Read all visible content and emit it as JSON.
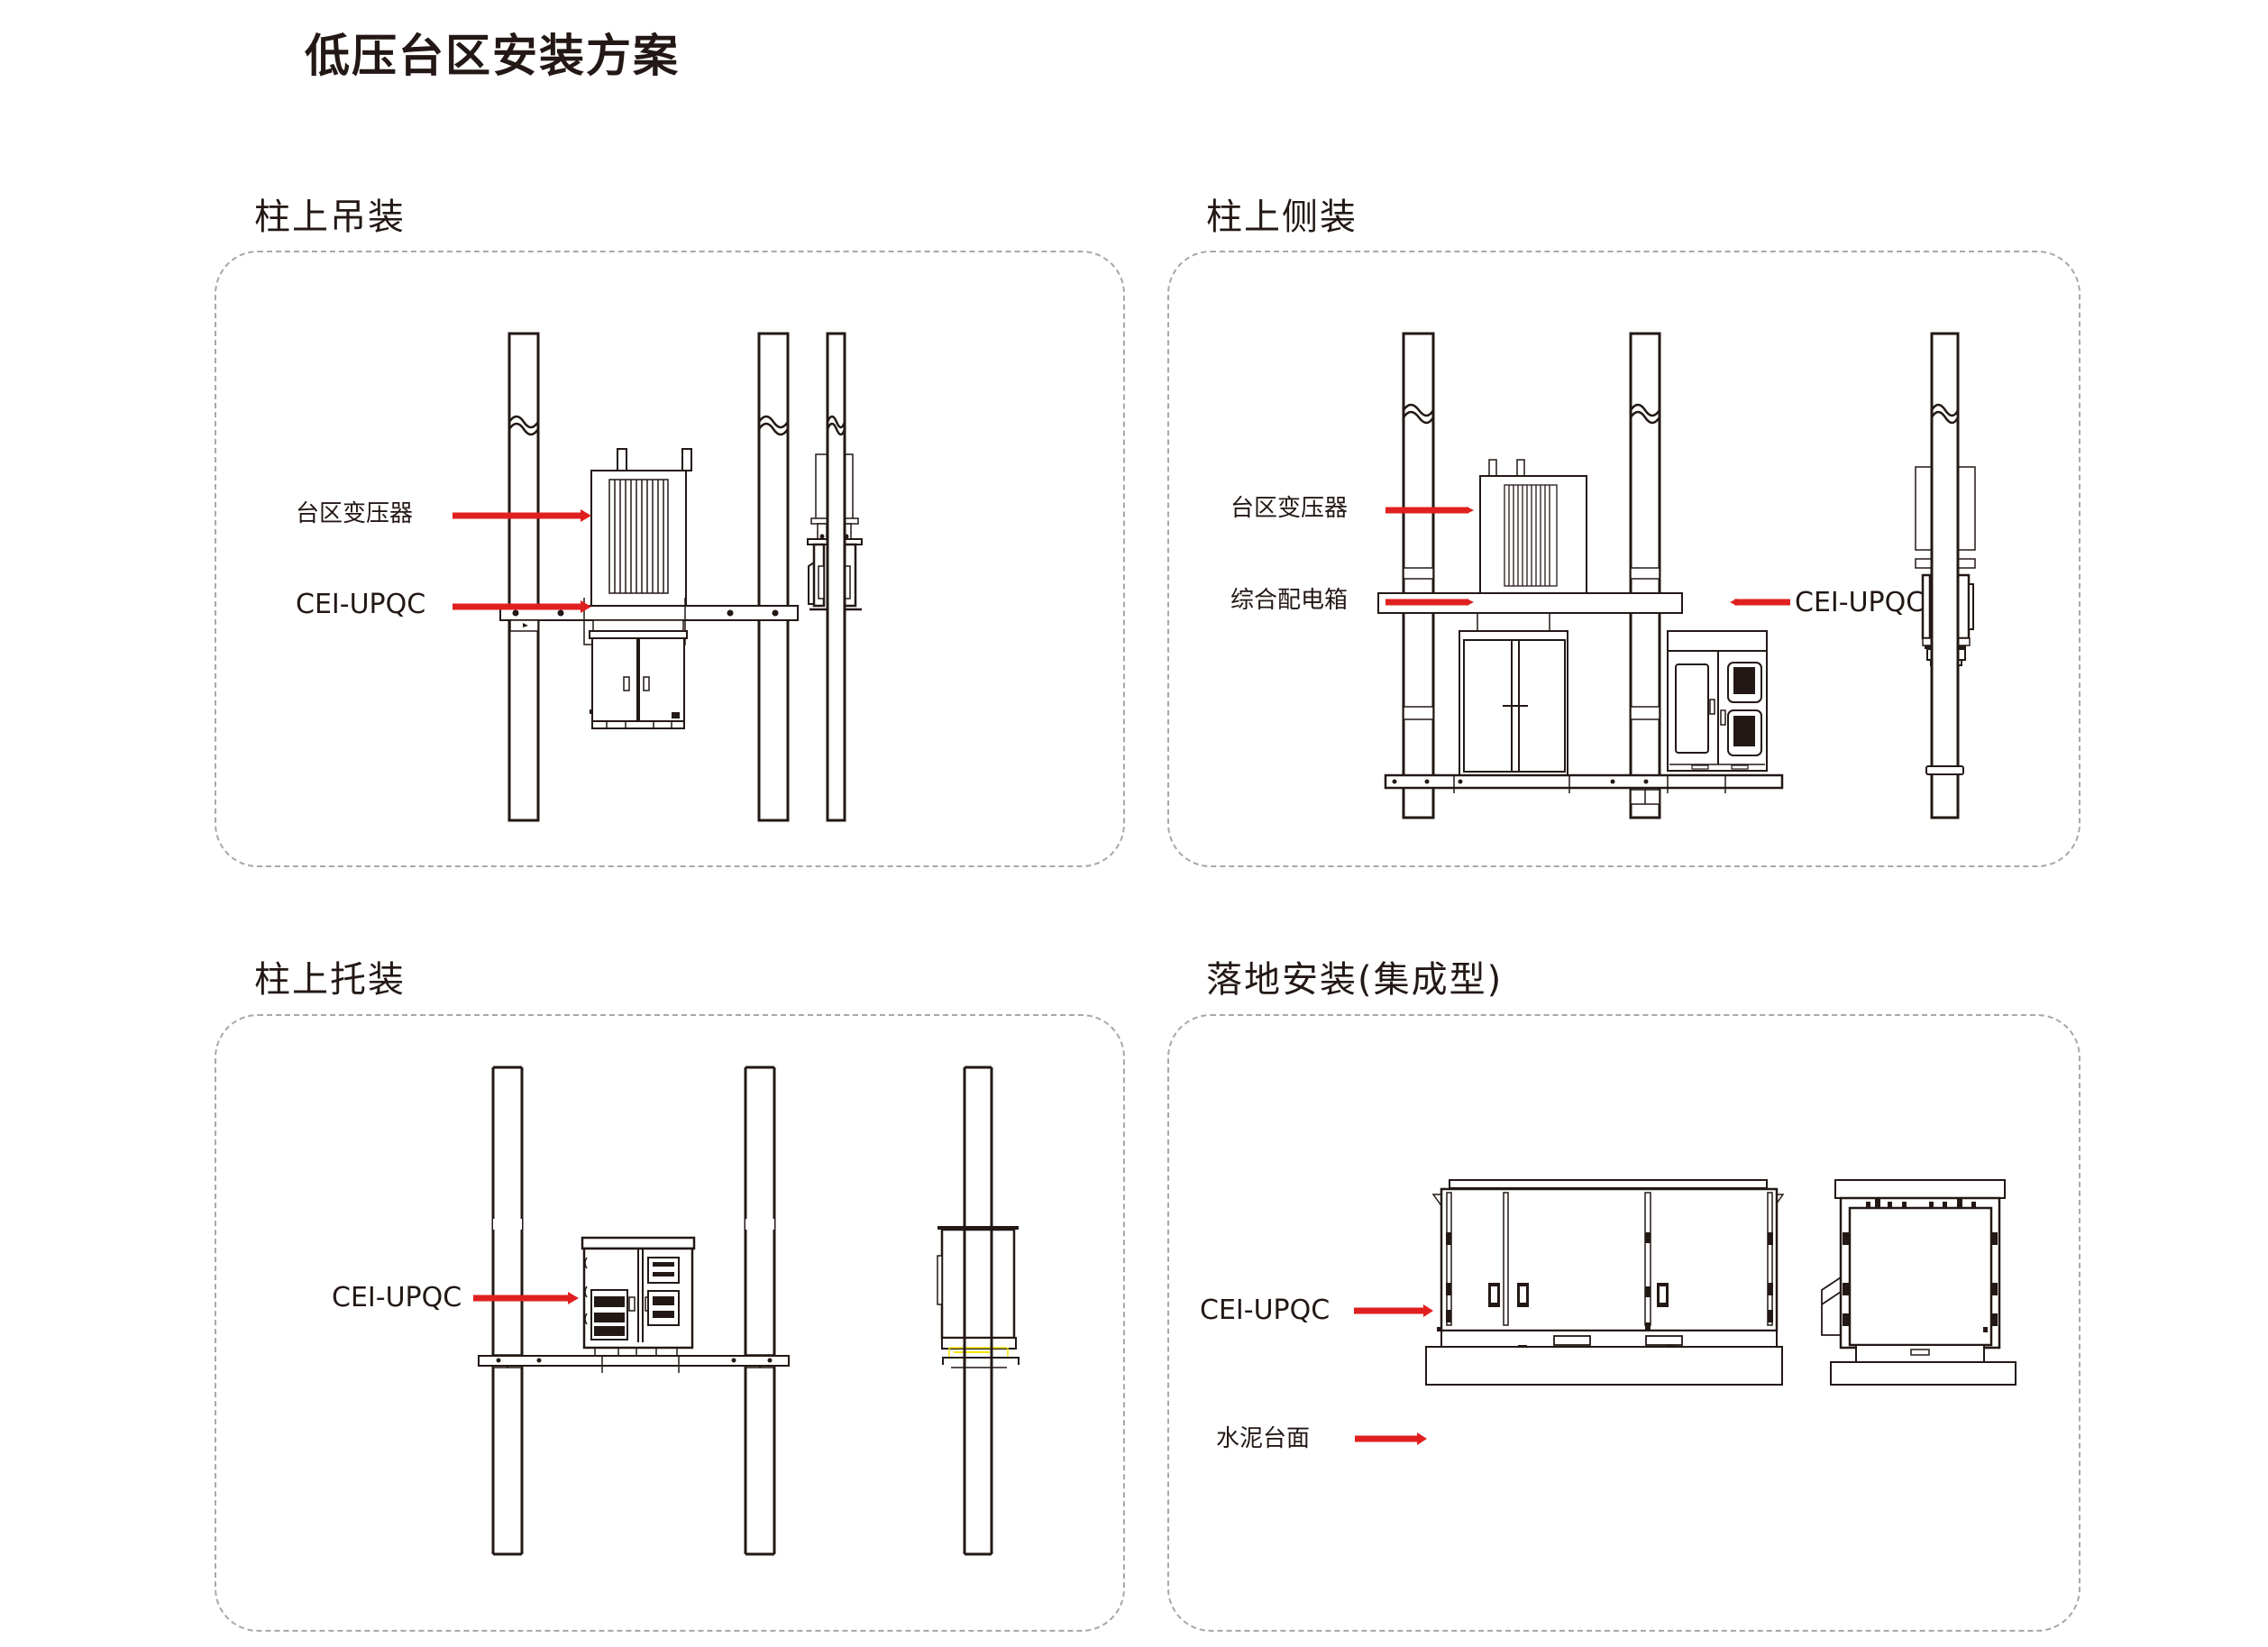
{
  "page": {
    "title": "低压台区安装方案"
  },
  "colors": {
    "text": "#231815",
    "arrow": "#e02020",
    "panel_border": "#a8a8a8",
    "highlight": "#f5e600"
  },
  "panels": [
    {
      "heading": "柱上吊装",
      "labels": {
        "transformer": "台区变压器",
        "device": "CEI-UPQC"
      }
    },
    {
      "heading": "柱上侧装",
      "labels": {
        "transformer": "台区变压器",
        "distribution_box": "综合配电箱",
        "device": "CEI-UPQC"
      }
    },
    {
      "heading": "柱上托装",
      "labels": {
        "device": "CEI-UPQC"
      }
    },
    {
      "heading": "落地安装(集成型)",
      "labels": {
        "device": "CEI-UPQC",
        "base": "水泥台面"
      }
    }
  ]
}
